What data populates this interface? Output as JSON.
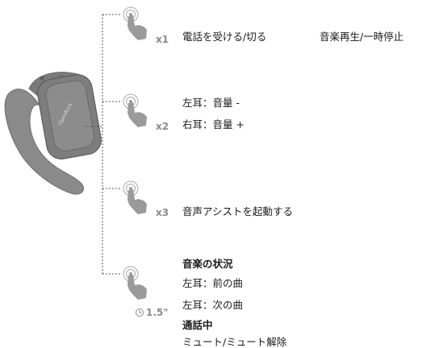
{
  "colors": {
    "text": "#1a1a1a",
    "gesture_label": "#8a8a8a",
    "device": "#7d7d7d",
    "icon": "#9a9a9a"
  },
  "device": {
    "brand": "OpenRock"
  },
  "gestures": [
    {
      "icon": "tap-finger-icon",
      "count": "x1",
      "actions": [
        "電話を受ける/切る",
        "音楽再生/一時停止"
      ]
    },
    {
      "icon": "tap-finger-icon",
      "count": "x2",
      "actions": [
        "左耳：音量 -",
        "右耳：音量 +"
      ]
    },
    {
      "icon": "tap-finger-icon",
      "count": "x3",
      "actions": [
        "音声アシストを起動する"
      ]
    },
    {
      "icon": "press-hold-finger-icon",
      "count": "1.5\"",
      "clock_icon": "clock-icon",
      "sections": [
        {
          "heading": "音楽の状況",
          "items": [
            "左耳：前の曲",
            "左耳：次の曲"
          ]
        },
        {
          "heading": "通話中",
          "items": [
            "ミュート/ミュート解除"
          ]
        }
      ]
    }
  ]
}
